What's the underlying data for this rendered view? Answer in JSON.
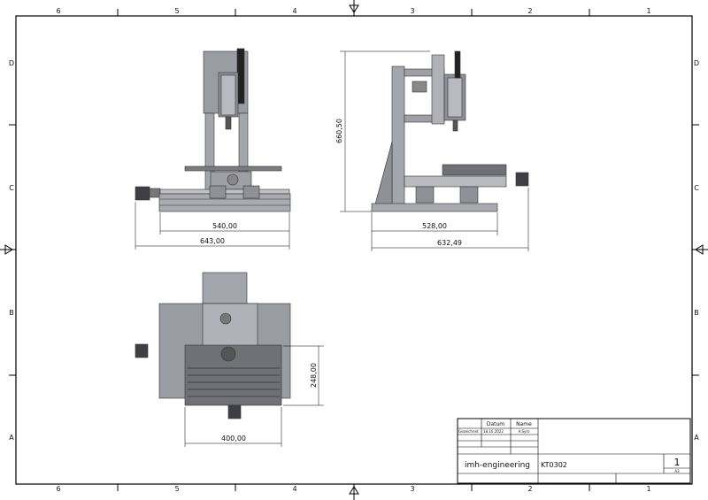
{
  "sheet": {
    "zones_columns": [
      "6",
      "5",
      "4",
      "3",
      "2",
      "1"
    ],
    "zones_rows": [
      "D",
      "C",
      "B",
      "A"
    ]
  },
  "dimensions": {
    "front_inner_width": "540,00",
    "front_overall_width": "643,00",
    "side_height": "660,50",
    "side_inner_width": "528,00",
    "side_overall_width": "632,49",
    "top_depth": "248,00",
    "top_width": "400,00"
  },
  "title_block": {
    "col_date": "Datum",
    "col_name": "Name",
    "row_drawn": "Gezeichnet",
    "drawn_date": "18.10.2022",
    "drawn_name": "A.Syro",
    "company": "imh-engineering",
    "drawing_number": "KT0302",
    "sheet_number": "1",
    "format": "A3"
  }
}
